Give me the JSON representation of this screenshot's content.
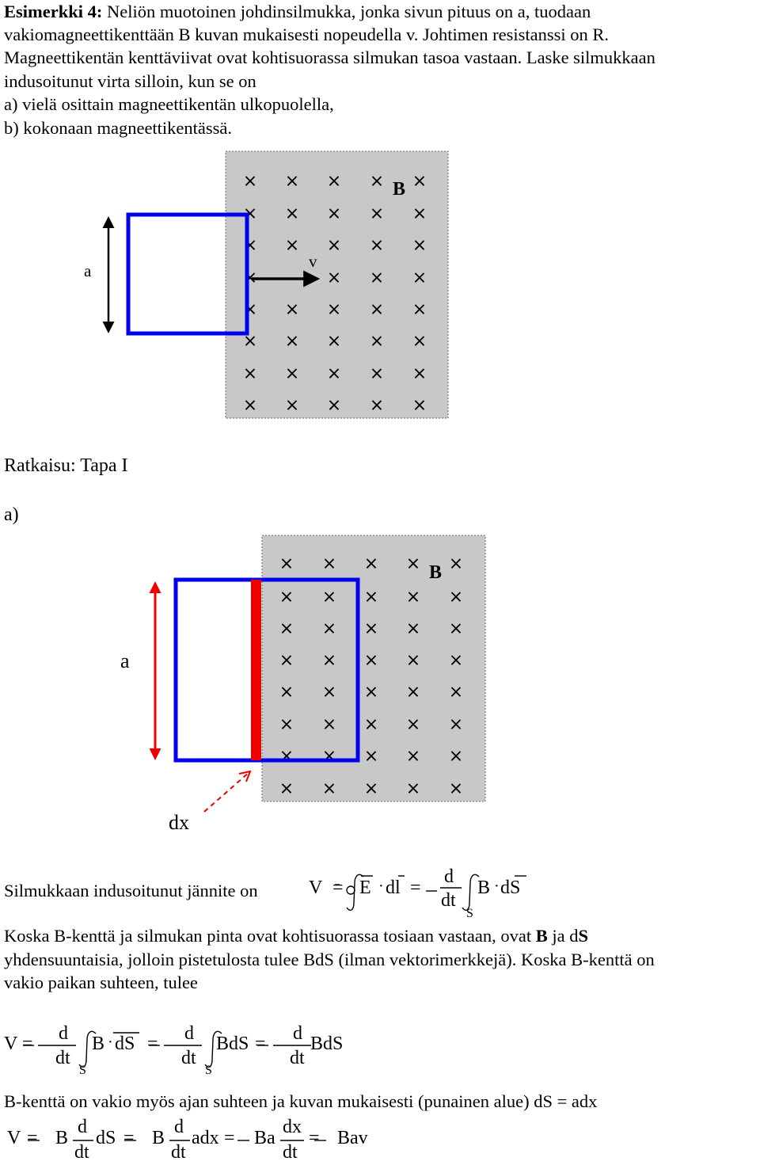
{
  "intro": {
    "heading": "Esimerkki 4:",
    "line1": " Neliön muotoinen johdinsilmukka, jonka sivun pituus on a, tuodaan",
    "line2": "vakiomagneettikenttään B kuvan mukaisesti nopeudella v. Johtimen resistanssi on R.",
    "line3": "Magneettikentän kenttäviivat ovat kohtisuorassa silmukan tasoa vastaan. Laske silmukkaan",
    "line4": "indusoitunut virta silloin, kun se on",
    "line5": "a) vielä osittain magneettikentän ulkopuolella,",
    "line6": "b) kokonaan magneettikentässä."
  },
  "figure1": {
    "field_label": "B",
    "side_label": "a",
    "velocity_label": "v",
    "cross_symbol": "×",
    "colors": {
      "field": "#c8c8c8",
      "loop": "#0000ee",
      "arrow": "#000000"
    }
  },
  "solution": {
    "title": "Ratkaisu: Tapa I",
    "part_a": "a)"
  },
  "figure2": {
    "field_label": "B",
    "side_label": "a",
    "dx_label": "dx",
    "cross_symbol": "×",
    "colors": {
      "field": "#c8c8c8",
      "loop": "#0000ee",
      "strip": "#ee0000",
      "arrow": "#ee0000"
    }
  },
  "text1": {
    "lead": "Silmukkaan indusoitunut jännite on",
    "eq": {
      "lhs": "V",
      "E": "E",
      "dl": "dl",
      "d": "d",
      "dt": "dt",
      "B": "B",
      "dS": "dS",
      "S": "S"
    }
  },
  "text2": {
    "l1_a": "Koska B-kenttä ja silmukan pinta ovat kohtisuorassa tosiaan vastaan, ovat ",
    "l1_B": "B",
    "l1_ja": " ja d",
    "l1_S": "S",
    "l2": "yhdensuuntaisia, jolloin pistetulosta tulee BdS (ilman vektorimerkkejä). Koska B-kenttä on",
    "l3": "vakio paikan suhteen, tulee"
  },
  "eq2": {
    "V": "V",
    "d": "d",
    "dt": "dt",
    "B": "B",
    "dS": "dS",
    "BdS": "BdS",
    "S": "S"
  },
  "text3": {
    "l1": "B-kenttä on vakio myös ajan suhteen ja kuvan mukaisesti (punainen alue) dS = adx"
  },
  "eq3": {
    "V": "V",
    "B": "B",
    "d": "d",
    "dt": "dt",
    "dS": "dS",
    "adx": "adx",
    "Ba": "Ba",
    "dx": "dx",
    "Bav": "Bav"
  }
}
